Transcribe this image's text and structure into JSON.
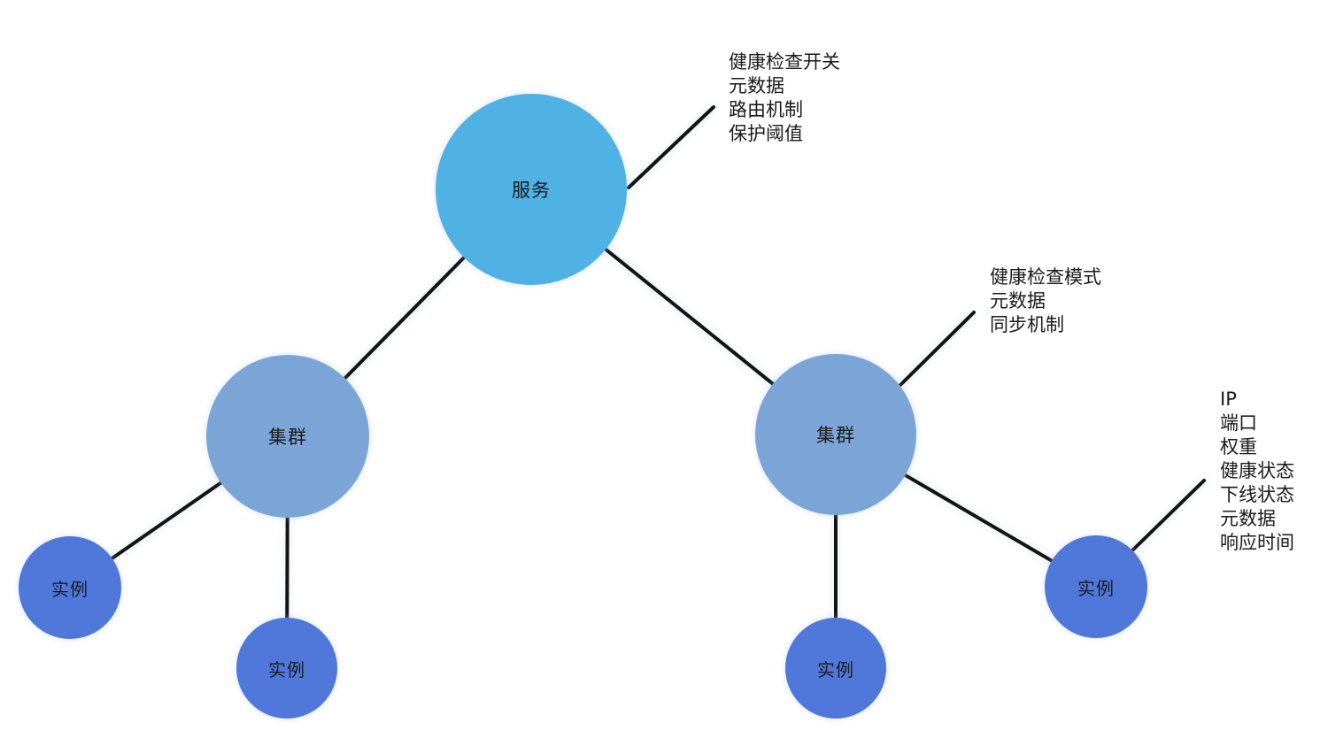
{
  "colors": {
    "background": "#FFFFFF",
    "service": "#4FB1E4",
    "cluster": "#7CA5D7",
    "instance": "#5078DB",
    "edge": "#141414",
    "text": "#1A1A1A"
  },
  "nodes": {
    "service": {
      "label": "服务"
    },
    "cluster_left": {
      "label": "集群"
    },
    "cluster_right": {
      "label": "集群"
    },
    "instance_1": {
      "label": "实例"
    },
    "instance_2": {
      "label": "实例"
    },
    "instance_3": {
      "label": "实例"
    },
    "instance_4": {
      "label": "实例"
    }
  },
  "annotations": {
    "service": {
      "lines": [
        "健康检查开关",
        "元数据",
        "路由机制",
        "保护阈值"
      ]
    },
    "cluster_right": {
      "lines": [
        "健康检查模式",
        "元数据",
        "同步机制"
      ]
    },
    "instance_4": {
      "lines": [
        "IP",
        "端口",
        "权重",
        "健康状态",
        "下线状态",
        "元数据",
        "响应时间"
      ]
    }
  }
}
